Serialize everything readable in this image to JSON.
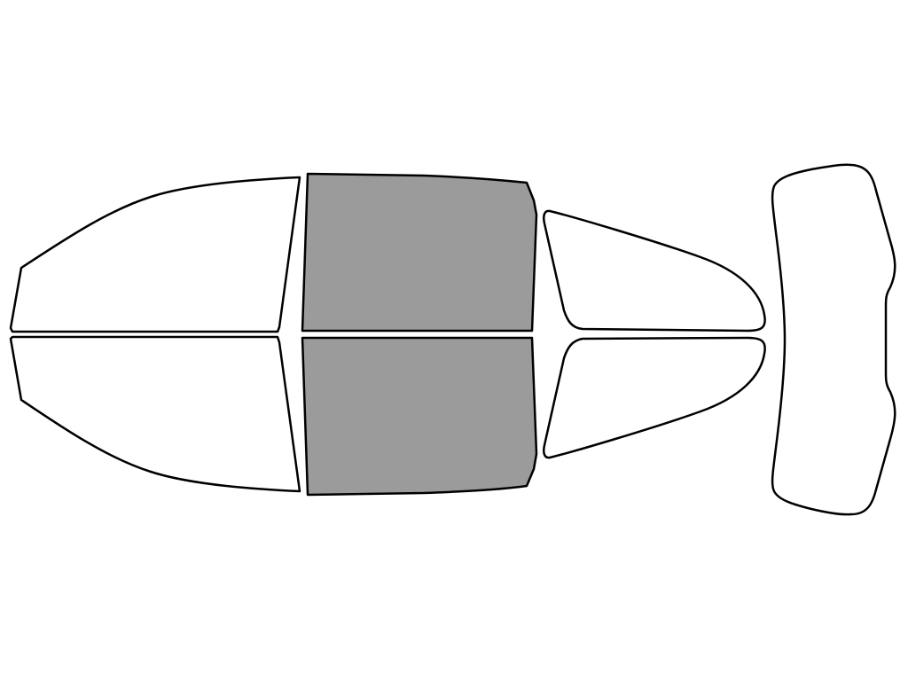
{
  "colors": {
    "background": "#ffffff",
    "outline": "#000000",
    "unselected_fill": "#ffffff",
    "selected_fill": "#9b9b9b"
  },
  "windows": [
    {
      "id": "front-windshield-upper-half",
      "selected": false
    },
    {
      "id": "front-windshield-lower-half",
      "selected": false
    },
    {
      "id": "front-door-window-upper",
      "selected": true
    },
    {
      "id": "front-door-window-lower",
      "selected": true
    },
    {
      "id": "rear-door-window-upper",
      "selected": false
    },
    {
      "id": "rear-door-window-lower",
      "selected": false
    },
    {
      "id": "rear-window",
      "selected": false
    }
  ]
}
